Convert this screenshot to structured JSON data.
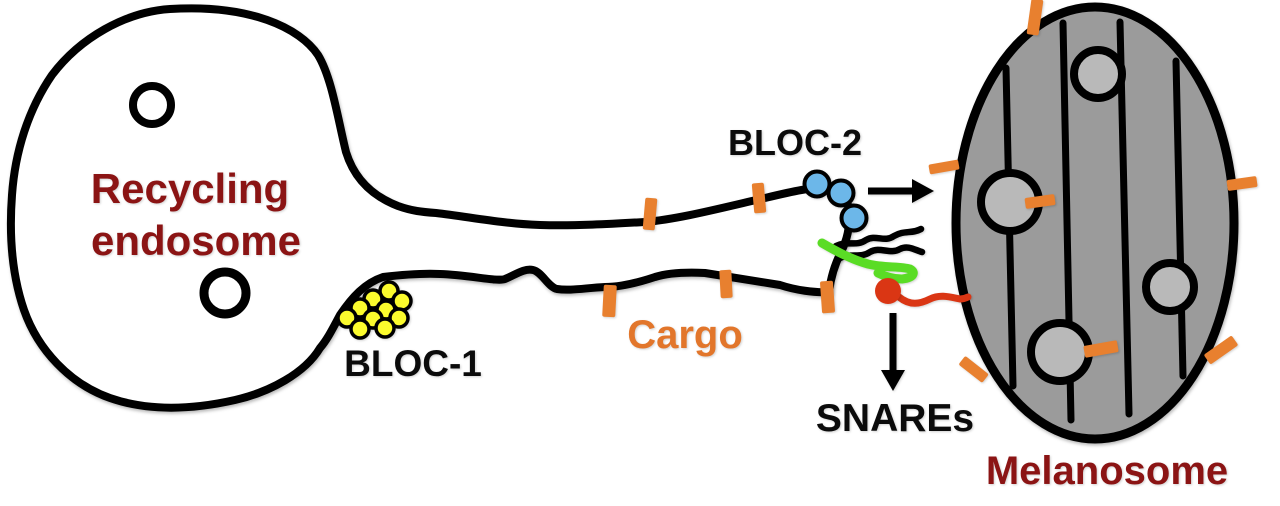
{
  "labels": {
    "recycling_endosome_line1": "Recycling",
    "recycling_endosome_line2": "endosome",
    "bloc1": "BLOC-1",
    "bloc2": "BLOC-2",
    "cargo": "Cargo",
    "snares": "SNAREs",
    "melanosome": "Melanosome"
  },
  "colors": {
    "background": "#FFFFFF",
    "membrane_outline": "#000000",
    "organelle_label_dark_red": "#8B1414",
    "cargo_orange": "#E8802F",
    "bloc1_yellow": "#FBFB2D",
    "bloc2_blue": "#6CB7E9",
    "snare_green": "#5ADC25",
    "snare_red": "#DA3614",
    "melanosome_fill_gray": "#9B9B9B",
    "melanosome_vesicle_gray": "#B9B9B9"
  },
  "structures": {
    "recycling_endosome": {
      "inner_vesicle_count": 2
    },
    "tubule": {
      "cargo_tick_count": 5
    },
    "bloc1_complex": {
      "subunit_count": 10
    },
    "bloc2_complex": {
      "subunit_count": 3
    },
    "snares": {
      "strand_count": 4,
      "strand_colors": [
        "black",
        "black",
        "green",
        "red"
      ]
    },
    "melanosome": {
      "fibril_count": 4,
      "inner_vesicle_count": 4,
      "cargo_tick_count": 7
    }
  }
}
